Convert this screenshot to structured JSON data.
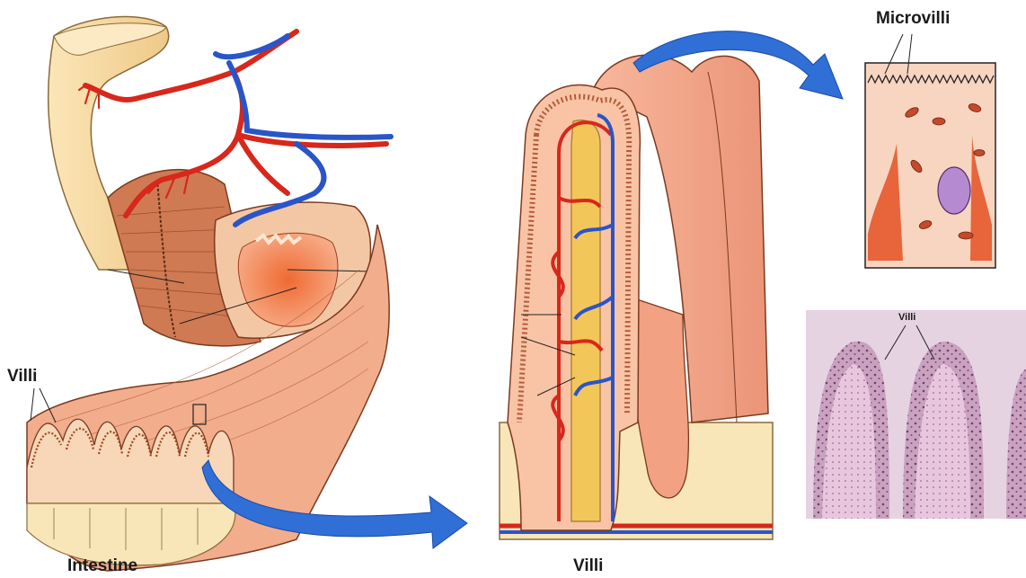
{
  "labels": {
    "intestine": "Intestine",
    "villi_center": "Villi",
    "villi_left": "Villi",
    "microvilli": "Microvilli",
    "villi_micrograph": "Villi"
  },
  "colors": {
    "artery": "#d8271b",
    "vein": "#2a55c8",
    "arrow": "#2f6fd6",
    "tissue": "#f2a98c",
    "intestine_outer": "#f6d9a0",
    "muscle": "#cf7a52",
    "lacteal": "#f3c65a",
    "micrograph_bg": "#dcc4d6",
    "micrograph_stain": "#5a1d4f"
  }
}
